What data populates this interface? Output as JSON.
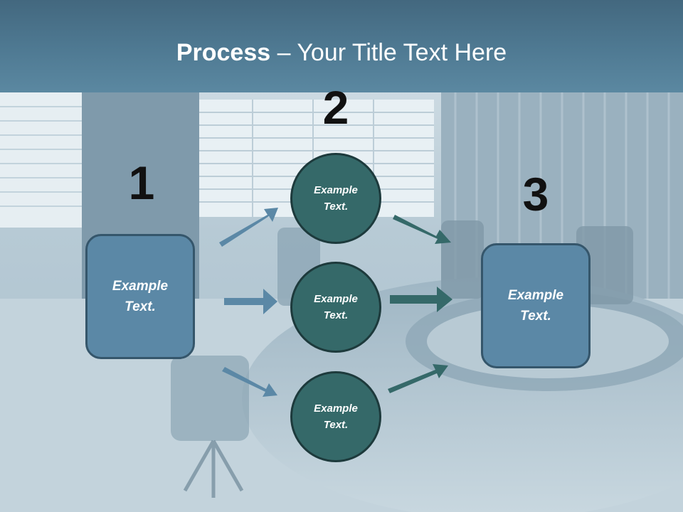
{
  "title": {
    "bold": "Process",
    "rest": " – Your Title Text Here"
  },
  "steps": [
    "1",
    "2",
    "3"
  ],
  "left_box": {
    "text": "Example\nText."
  },
  "right_box": {
    "text": "Example\nText."
  },
  "circles": [
    {
      "text": "Example\nText."
    },
    {
      "text": "Example\nText."
    },
    {
      "text": "Example\nText."
    }
  ],
  "colors": {
    "box_fill": "#5b88a6",
    "circle_fill": "#356969",
    "arrow_in": "#5b88a6",
    "arrow_out": "#356969",
    "title_band": "#4f7a93"
  }
}
